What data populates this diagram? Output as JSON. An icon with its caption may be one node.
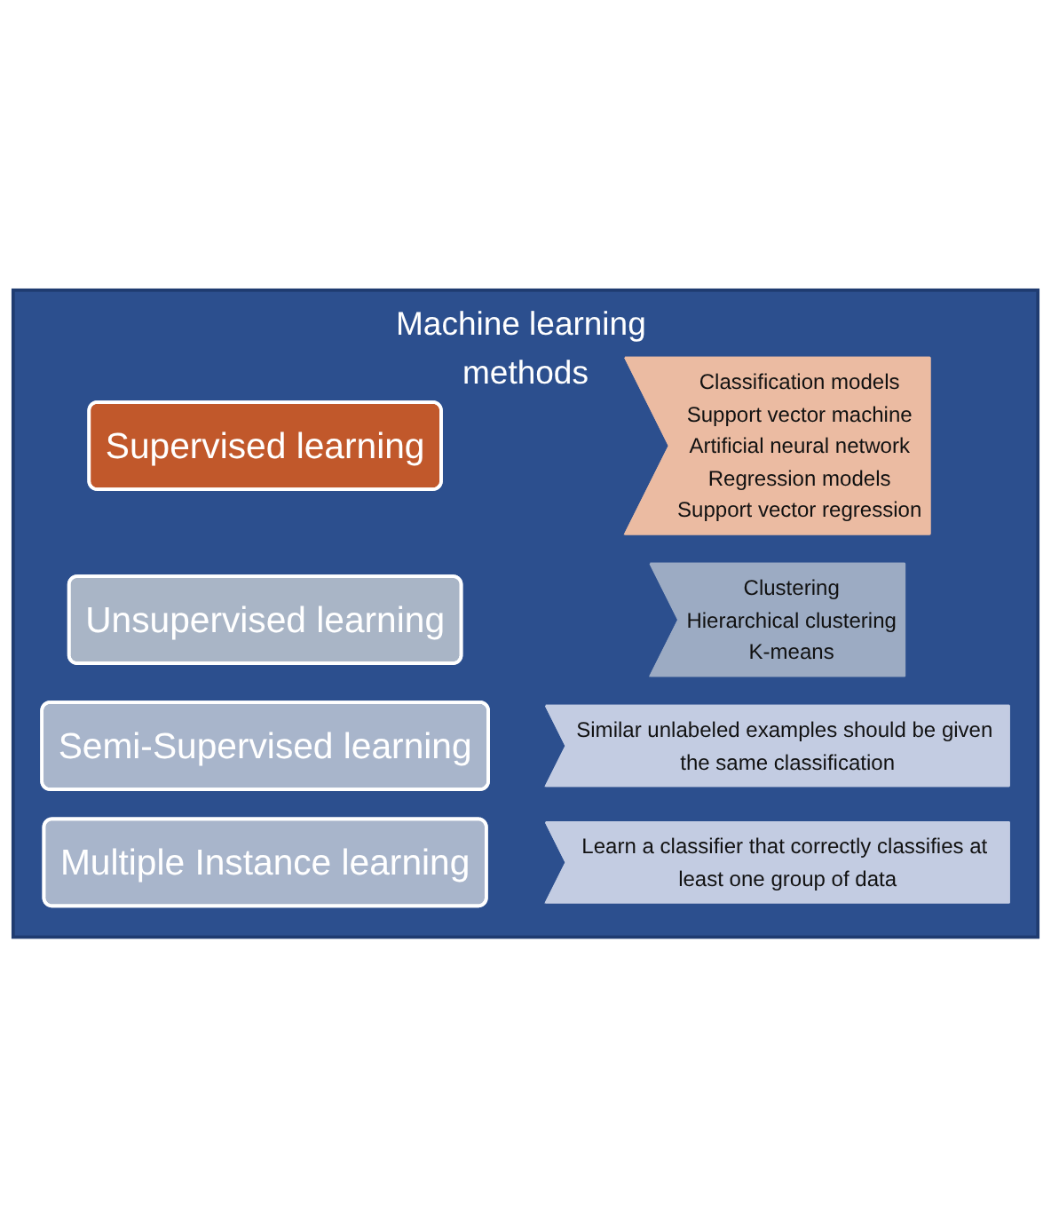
{
  "diagram": {
    "nodes": [
      {
        "text": [
          "Machine learning methods"
        ]
      },
      {
        "text": [
          "Supervised learning"
        ],
        "in": 0
      },
      {
        "text": [
          "Classification models",
          "Support vector machine",
          "Artificial neural network",
          "Regression models",
          "Support vector regression"
        ],
        "in": 0
      },
      {
        "text": [
          "Unsupervised learning"
        ],
        "in": 0
      },
      {
        "text": [
          "Clustering",
          "Hierarchical clustering",
          "K-means"
        ],
        "in": 0
      },
      {
        "text": [
          "Semi-Supervised learning"
        ],
        "in": 0
      },
      {
        "text": [
          "Similar unlabeled examples should be given the same classification"
        ],
        "in": 0
      },
      {
        "text": [
          "Multiple Instance learning"
        ],
        "in": 0
      },
      {
        "text": [
          "Learn a classifier that correctly classifies at least one group of data"
        ],
        "in": 0
      }
    ],
    "edges": []
  }
}
